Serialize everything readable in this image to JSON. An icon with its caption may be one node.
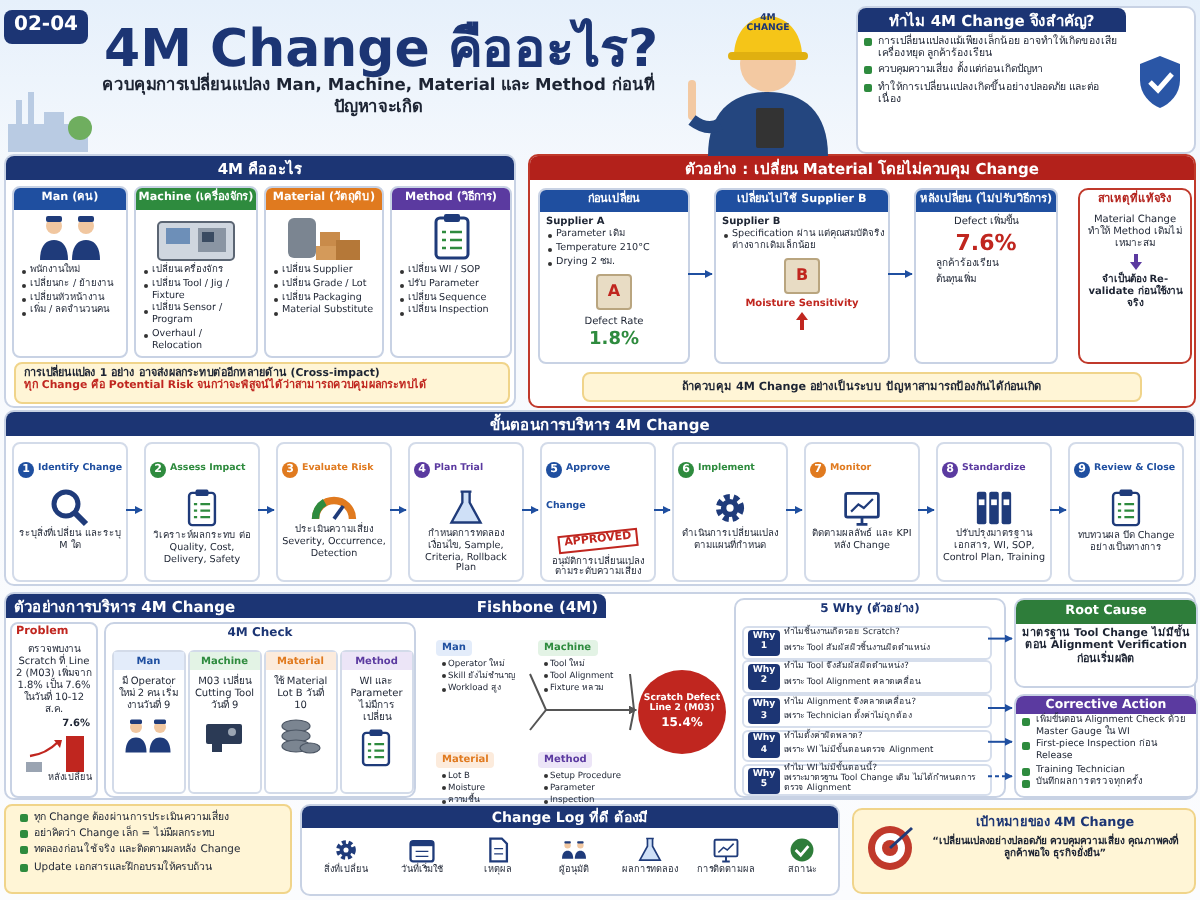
{
  "diagram": {
    "title": "4M Change คืออะไร?",
    "nodes": [
      {
        "text": [
          "02-04"
        ]
      },
      {
        "text": [
          "ทำไม 4M Change จึงสำคัญ?",
          "การเปลี่ยนแปลงแม้เพียงเล็กน้อย อาจทำให้เกิดของเสีย เครื่องหยุด ลูกค้าร้องเรียน",
          "ควบคุมความเสี่ยง ตั้งแต่ก่อนเกิดปัญหา",
          "ทำให้การเปลี่ยนแปลงเกิดขึ้นอย่างปลอดภัย และต่อเนื่อง"
        ]
      },
      {
        "text": [
          "4M คืออะไร"
        ]
      },
      {
        "text": [
          "Man (คน)",
          "พนักงานใหม่",
          "เปลี่ยนกะ / ย้ายงาน",
          "เปลี่ยนหัวหน้างาน",
          "เพิ่ม / ลดจำนวนคน"
        ],
        "in": 2
      },
      {
        "text": [
          "Machine (เครื่องจักร)",
          "เปลี่ยนเครื่องจักร",
          "เปลี่ยน Tool / Jig / Fixture",
          "เปลี่ยน Sensor / Program",
          "Overhaul / Relocation"
        ],
        "in": 2
      },
      {
        "text": [
          "Material (วัตถุดิบ)",
          "เปลี่ยน Supplier",
          "เปลี่ยน Grade / Lot",
          "เปลี่ยน Packaging",
          "Material Substitute"
        ],
        "in": 2
      },
      {
        "text": [
          "Method (วิธีการ)",
          "เปลี่ยน WI / SOP",
          "ปรับ Parameter",
          "เปลี่ยน Sequence",
          "เปลี่ยน Inspection"
        ],
        "in": 2
      },
      {
        "text": [
          "การเปลี่ยนแปลง 1 อย่าง อาจส่งผลกระทบต่ออีกหลายด้าน (Cross-impact)",
          "ทุก Change คือ Potential Risk จนกว่าจะพิสูจน์ได้ว่าสามารถควบคุมผลกระทบได้"
        ],
        "in": 2
      },
      {
        "text": [
          "ตัวอย่าง : เปลี่ยน Material โดยไม่ควบคุม Change"
        ]
      },
      {
        "text": [
          "ก่อนเปลี่ยน",
          "Supplier A",
          "Parameter เดิม",
          "Temperature 210°C",
          "Drying 2 ชม.",
          "A",
          "Defect Rate",
          "1.8%"
        ],
        "in": 8
      },
      {
        "text": [
          "เปลี่ยนไปใช้ Supplier B",
          "Supplier B",
          "Specification ผ่าน แต่คุณสมบัติจริง ต่างจากเดิมเล็กน้อย",
          "B",
          "Moisture Sensitivity"
        ],
        "in": 8
      },
      {
        "text": [
          "หลังเปลี่ยน (ไม่ปรับวิธีการ)",
          "Defect เพิ่มขึ้น",
          "7.6%",
          "ลูกค้าร้องเรียน",
          "ต้นทุนเพิ่ม"
        ],
        "in": 8
      },
      {
        "text": [
          "สาเหตุที่แท้จริง",
          "Material Change ทำให้ Method เดิมไม่เหมาะสม",
          "จำเป็นต้อง Re-validate ก่อนใช้งานจริง"
        ],
        "in": 8
      },
      {
        "text": [
          "ถ้าควบคุม 4M Change อย่างเป็นระบบ ปัญหาสามารถป้องกันได้ก่อนเกิด"
        ],
        "in": 8
      },
      {
        "text": [
          "ขั้นตอนการบริหาร 4M Change"
        ]
      },
      {
        "text": [
          "1",
          "Identify Change",
          "ระบุสิ่งที่เปลี่ยน และระบุ M ใด"
        ],
        "in": 14
      },
      {
        "text": [
          "2",
          "Assess Impact",
          "วิเคราะห์ผลกระทบ ต่อ Quality, Cost, Delivery, Safety"
        ],
        "in": 14
      },
      {
        "text": [
          "3",
          "Evaluate Risk",
          "ประเมินความเสี่ยง Severity, Occurrence, Detection"
        ],
        "in": 14
      },
      {
        "text": [
          "4",
          "Plan Trial",
          "กำหนดการทดลอง เงื่อนไข, Sample, Criteria, Rollback Plan"
        ],
        "in": 14
      },
      {
        "text": [
          "5",
          "Approve Change",
          "APPROVED",
          "อนุมัติการเปลี่ยนแปลง ตามระดับความเสี่ยง"
        ],
        "in": 14
      },
      {
        "text": [
          "6",
          "Implement",
          "ดำเนินการเปลี่ยนแปลง ตามแผนที่กำหนด"
        ],
        "in": 14
      },
      {
        "text": [
          "7",
          "Monitor",
          "ติดตามผลลัพธ์ และ KPI หลัง Change"
        ],
        "in": 14
      },
      {
        "text": [
          "8",
          "Standardize",
          "ปรับปรุงมาตรฐาน เอกสาร, WI, SOP, Control Plan, Training"
        ],
        "in": 14
      },
      {
        "text": [
          "9",
          "Review & Close",
          "ทบทวนผล ปิด Change อย่างเป็นทางการ"
        ],
        "in": 14
      },
      {
        "text": [
          "ตัวอย่างการบริหาร 4M Change",
          "Fishbone (4M)"
        ]
      },
      {
        "text": [
          "Problem",
          "ตรวจพบงาน Scratch ที่ Line 2 (M03) เพิ่มจาก 1.8% เป็น 7.6% ในวันที่ 10-12 ส.ค.",
          "7.6%",
          "หลังเปลี่ยน"
        ],
        "in": 24
      },
      {
        "text": [
          "4M Check"
        ],
        "in": 24
      },
      {
        "text": [
          "Man",
          "มี Operator ใหม่ 2 คน เริ่มงานวันที่ 9"
        ],
        "in": 26
      },
      {
        "text": [
          "Machine",
          "M03 เปลี่ยน Cutting Tool วันที่ 9"
        ],
        "in": 26
      },
      {
        "text": [
          "Material",
          "ใช้ Material Lot B วันที่ 10"
        ],
        "in": 26
      },
      {
        "text": [
          "Method",
          "WI และ Parameter ไม่มีการเปลี่ยน"
        ],
        "in": 26
      },
      {
        "text": [
          "Man",
          "Operator ใหม่",
          "Skill ยังไม่ชำนาญ",
          "Workload สูง"
        ],
        "in": 24
      },
      {
        "text": [
          "Machine",
          "Tool ใหม่",
          "Tool Alignment",
          "Fixture หลวม"
        ],
        "in": 24
      },
      {
        "text": [
          "Material",
          "Lot B",
          "Moisture",
          "ความชื้น"
        ],
        "in": 24
      },
      {
        "text": [
          "Method",
          "Setup Procedure",
          "Parameter",
          "Inspection"
        ],
        "in": 24
      },
      {
        "text": [
          "Scratch Defect Line 2 (M03)",
          "15.4%"
        ],
        "in": 24
      },
      {
        "text": [
          "5 Why (ตัวอย่าง)"
        ],
        "in": 24
      },
      {
        "text": [
          "Why 1",
          "ทำไมชิ้นงานเกิดรอย Scratch?",
          "เพราะ Tool สัมผัสผิวชิ้นงานผิดตำแหน่ง"
        ],
        "in": 36
      },
      {
        "text": [
          "Why 2",
          "ทำไม Tool จึงสัมผัสผิดตำแหน่ง?",
          "เพราะ Tool Alignment คลาดเคลื่อน"
        ],
        "in": 36
      },
      {
        "text": [
          "Why 3",
          "ทำไม Alignment จึงคลาดเคลื่อน?",
          "เพราะ Technician ตั้งค่าไม่ถูกต้อง"
        ],
        "in": 36
      },
      {
        "text": [
          "Why 4",
          "ทำไมตั้งค่าผิดพลาด?",
          "เพราะ WI ไม่มีขั้นตอนตรวจ Alignment"
        ],
        "in": 36
      },
      {
        "text": [
          "Why 5",
          "ทำไม WI ไม่มีขั้นตอนนี้?",
          "เพราะมาตรฐาน Tool Change เดิม ไม่ได้กำหนดการตรวจ Alignment"
        ],
        "in": 36
      },
      {
        "text": [
          "Root Cause",
          "มาตรฐาน Tool Change ไม่มีขั้นตอน Alignment Verification ก่อนเริ่มผลิต"
        ],
        "in": 24
      },
      {
        "text": [
          "Corrective Action",
          "เพิ่มขั้นตอน Alignment Check ด้วย Master Gauge ใน WI",
          "First-piece Inspection ก่อน Release",
          "Training Technician",
          "บันทึกผลการตรวจทุกครั้ง"
        ],
        "in": 24
      },
      {
        "text": [
          "ทุก Change ต้องผ่านการประเมินความเสี่ยง",
          "อย่าคิดว่า Change เล็ก = ไม่มีผลกระทบ",
          "ทดลองก่อนใช้จริง และติดตามผลหลัง Change",
          "Update เอกสารและฝึกอบรมให้ครบถ้วน"
        ]
      },
      {
        "text": [
          "Change Log ที่ดี ต้องมี"
        ]
      },
      {
        "text": [
          "สิ่งที่เปลี่ยน"
        ],
        "in": 45
      },
      {
        "text": [
          "วันที่เริ่มใช้"
        ],
        "in": 45
      },
      {
        "text": [
          "เหตุผล"
        ],
        "in": 45
      },
      {
        "text": [
          "ผู้อนุมัติ"
        ],
        "in": 45
      },
      {
        "text": [
          "ผลการทดลอง"
        ],
        "in": 45
      },
      {
        "text": [
          "การติดตามผล"
        ],
        "in": 45
      },
      {
        "text": [
          "สถานะ"
        ],
        "in": 45
      },
      {
        "text": [
          "เป้าหมายของ 4M Change",
          "“เปลี่ยนแปลงอย่างปลอดภัย ควบคุมความเสี่ยง คุณภาพคงที่ ลูกค้าพอใจ ธุรกิจยั่งยืน”"
        ]
      }
    ],
    "edges": [
      {
        "from": 9,
        "to": 10,
        "arrow": "to"
      },
      {
        "from": 10,
        "to": 11,
        "arrow": "to"
      },
      {
        "from": 15,
        "to": 16,
        "arrow": "to"
      },
      {
        "from": 16,
        "to": 17,
        "arrow": "to"
      },
      {
        "from": 17,
        "to": 18,
        "arrow": "to"
      },
      {
        "from": 18,
        "to": 19,
        "arrow": "to"
      },
      {
        "from": 19,
        "to": 20,
        "arrow": "to"
      },
      {
        "from": 20,
        "to": 21,
        "arrow": "to"
      },
      {
        "from": 21,
        "to": 22,
        "arrow": "to"
      },
      {
        "from": 22,
        "to": 23,
        "arrow": "to"
      },
      {
        "from": 31,
        "to": 35,
        "arrow": "to",
        "color": "#555555"
      },
      {
        "from": 32,
        "to": 35,
        "arrow": "to",
        "color": "#555555"
      },
      {
        "from": 33,
        "to": 35,
        "arrow": "to",
        "color": "#555555"
      },
      {
        "from": 34,
        "to": 35,
        "arrow": "to",
        "color": "#555555"
      },
      {
        "from": 37,
        "to": 42,
        "arrow": "to"
      },
      {
        "from": 39,
        "to": 43,
        "arrow": "to"
      },
      {
        "from": 40,
        "to": 43,
        "arrow": "to"
      },
      {
        "from": 41,
        "to": 43,
        "arrow": "to",
        "style": "dashed"
      }
    ],
    "labels": [
      "ควบคุมการเปลี่ยนแปลง Man, Machine, Material และ Method ก่อนที่ปัญหาจะเกิด",
      "4M CHANGE"
    ]
  }
}
